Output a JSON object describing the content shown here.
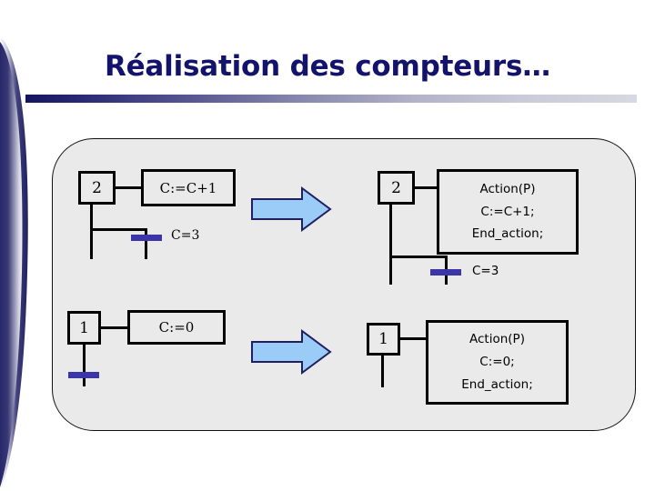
{
  "slide": {
    "title": "Réalisation des compteurs…",
    "title_color": "#13136b",
    "rule_gradient_from": "#14145f",
    "rule_gradient_to": "#d8d8e2",
    "panel_fill": "#eaeaea",
    "panel_border": "#111111",
    "background": "#ffffff"
  },
  "decoration": {
    "left_band_color": "#22226a",
    "left_band_name": "left-navy-curve"
  },
  "colors": {
    "arrow_fill": "#9bccf7",
    "arrow_stroke": "#202060",
    "transition_bar": "#3b35a8",
    "line": "#000000"
  },
  "diagram": {
    "type": "grafcet-step-action",
    "rows": [
      {
        "id": "row-top",
        "left": {
          "step_number": "2",
          "action_text": "C:=C+1",
          "transition_condition": "C=3"
        },
        "arrow": {
          "name": "equivalence-arrow",
          "direction": "right"
        },
        "right": {
          "step_number": "2",
          "action_lines": [
            "Action(P)",
            "C:=C+1;",
            "End_action;"
          ],
          "transition_condition": "C=3"
        }
      },
      {
        "id": "row-bottom",
        "left": {
          "step_number": "1",
          "action_text": "C:=0",
          "transition_condition": ""
        },
        "arrow": {
          "name": "equivalence-arrow",
          "direction": "right"
        },
        "right": {
          "step_number": "1",
          "action_lines": [
            "Action(P)",
            "C:=0;",
            "End_action;"
          ],
          "transition_condition": ""
        }
      }
    ]
  }
}
